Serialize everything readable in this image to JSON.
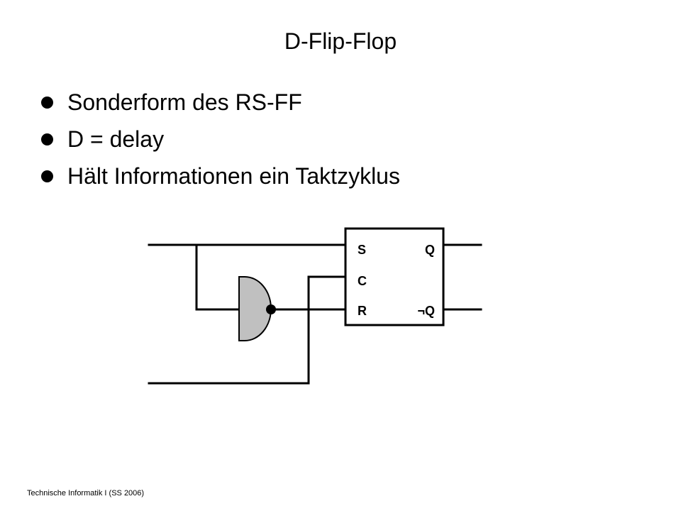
{
  "slide": {
    "title": "D-Flip-Flop",
    "bullets": [
      "Sonderform des RS-FF",
      "D = delay",
      "Hält Informationen ein Taktzyklus"
    ],
    "footer": "Technische Informatik I (SS 2006)"
  },
  "diagram": {
    "flip_flop": {
      "inputs": [
        "S",
        "C",
        "R"
      ],
      "outputs": [
        "Q",
        "¬Q"
      ]
    },
    "gate": {
      "type": "and-gate",
      "fill_color": "#c0c0c0",
      "output_inverted": true
    },
    "wire_color": "#000000"
  }
}
